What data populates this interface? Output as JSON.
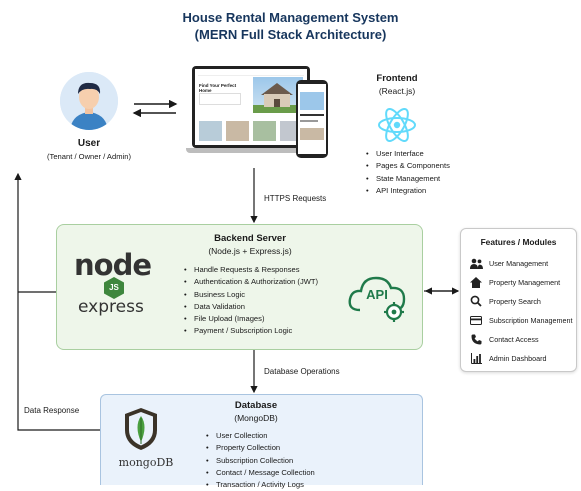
{
  "title": {
    "line1": "House Rental Management System",
    "line2": "(MERN Full Stack Architecture)"
  },
  "user": {
    "label": "User",
    "roles": "(Tenant / Owner / Admin)"
  },
  "frontend": {
    "label": "Frontend",
    "tech": "(React.js)",
    "items": [
      "User Interface",
      "Pages & Components",
      "State Management",
      "API Integration"
    ],
    "mockup": {
      "headline": "Find Your Perfect Home"
    }
  },
  "connections": {
    "https": "HTTPS Requests",
    "db_ops": "Database Operations",
    "data_response": "Data Response"
  },
  "backend": {
    "label": "Backend Server",
    "tech": "(Node.js + Express.js)",
    "items": [
      "Handle Requests & Responses",
      "Authentication & Authorization (JWT)",
      "Business Logic",
      "Data Validation",
      "File Upload (Images)",
      "Payment / Subscription Logic"
    ],
    "node_logo": "node",
    "js_badge": "JS",
    "express_logo": "express",
    "api_badge": "API"
  },
  "features": {
    "heading": "Features / Modules",
    "items": [
      {
        "label": "User Management",
        "icon": "users-icon"
      },
      {
        "label": "Property Management",
        "icon": "house-icon"
      },
      {
        "label": "Property Search",
        "icon": "search-icon"
      },
      {
        "label": "Subscription Management",
        "icon": "card-icon"
      },
      {
        "label": "Contact Access",
        "icon": "phone-icon"
      },
      {
        "label": "Admin Dashboard",
        "icon": "chart-icon"
      }
    ]
  },
  "database": {
    "label": "Database",
    "tech": "(MongoDB)",
    "logo": "mongoDB",
    "items": [
      "User Collection",
      "Property Collection",
      "Subscription Collection",
      "Contact / Message Collection",
      "Transaction / Activity Logs"
    ]
  },
  "colors": {
    "title": "#17365d",
    "node_green": "#3e863d",
    "backend_bg": "#eef6ea",
    "db_bg": "#eaf2fb",
    "react_blue": "#61dafb",
    "mongo_green": "#4a9f3f"
  }
}
